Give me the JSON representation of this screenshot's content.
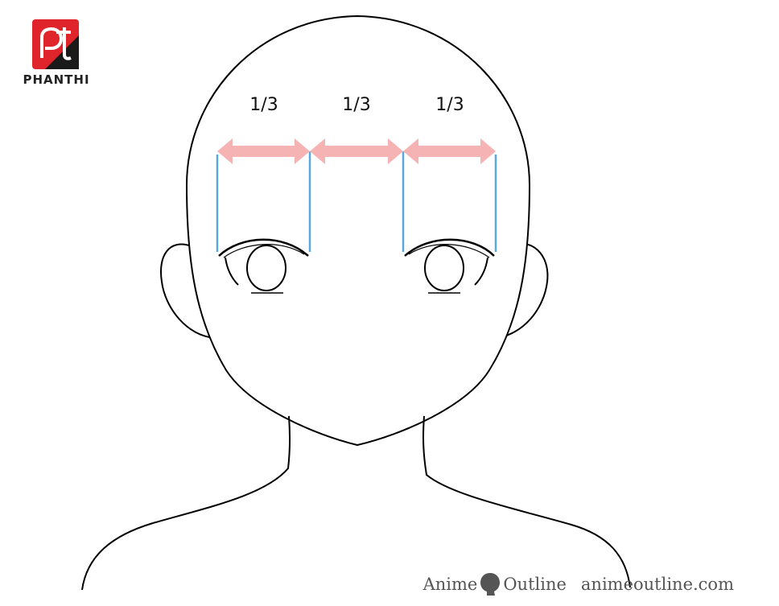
{
  "logo": {
    "text": "PHANTHI",
    "badge_color": "#e0242b"
  },
  "fractions": [
    "1/3",
    "1/3",
    "1/3"
  ],
  "watermark": {
    "brand_left": "Anime",
    "brand_right": "Outline",
    "site": "animeoutline.com",
    "icon": "head-silhouette-icon"
  },
  "colors": {
    "arrow": "#f6b3b3",
    "guide_line": "#5aa8de",
    "outline": "#000000"
  }
}
